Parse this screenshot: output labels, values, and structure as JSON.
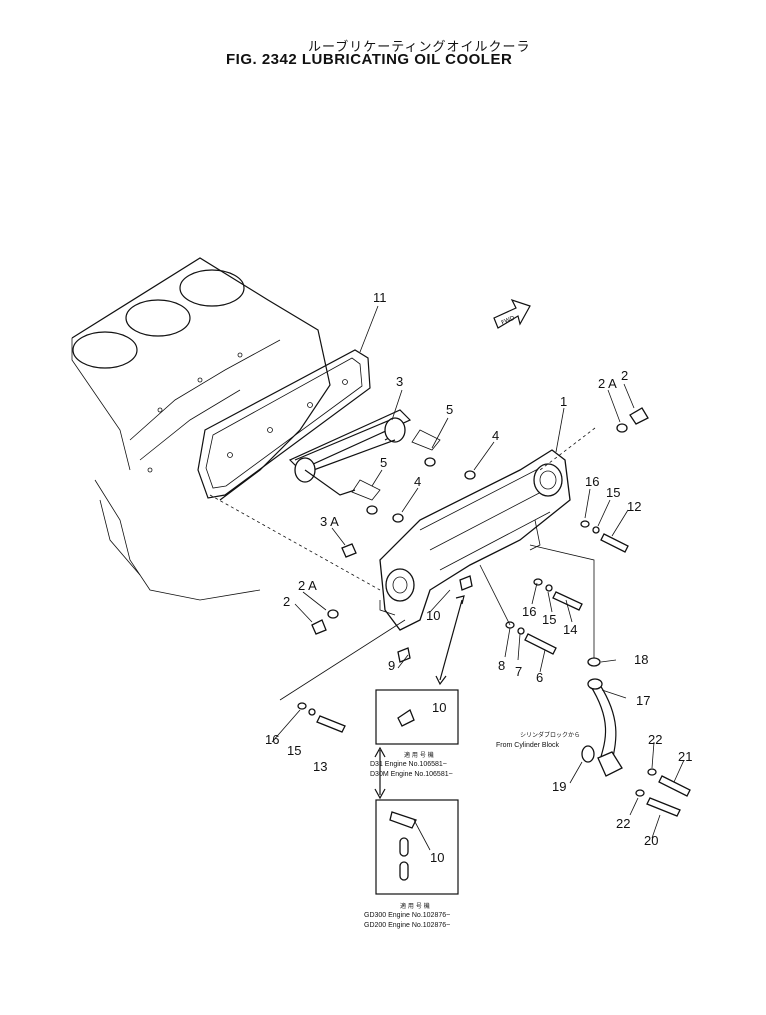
{
  "title_jp": "ルーブリケーティングオイルクーラ",
  "title_en": "FIG. 2342  LUBRICATING OIL COOLER",
  "fwd_label": "FWD",
  "from_cylinder_jp": "シリンダブロックから",
  "from_cylinder_en": "From Cylinder Block",
  "inset1": {
    "callout": "10",
    "applies_jp": "適 用 号 機",
    "line1": "D31   Engine No.106581~",
    "line2": "D30M Engine No.106581~"
  },
  "inset2": {
    "callout": "10",
    "applies_jp": "適 用 号 機",
    "line1": "GD300 Engine No.102876~",
    "line2": "GD200 Engine No.102876~"
  },
  "callouts": {
    "c1": "1",
    "c2_top": "2",
    "c2a_top": "2 A",
    "c3": "3",
    "c3a": "3 A",
    "c4_top": "4",
    "c4_mid": "4",
    "c5_top": "5",
    "c5_mid": "5",
    "c2_left": "2",
    "c2a_left": "2 A",
    "c6": "6",
    "c7": "7",
    "c8": "8",
    "c9": "9",
    "c10": "10",
    "c11": "11",
    "c12": "12",
    "c13": "13",
    "c14": "14",
    "c15_right": "15",
    "c15_low": "15",
    "c15_left": "15",
    "c16_right": "16",
    "c16_low": "16",
    "c16_left": "16",
    "c17": "17",
    "c18": "18",
    "c19": "19",
    "c20": "20",
    "c21": "21",
    "c22_top": "22",
    "c22_low": "22"
  }
}
